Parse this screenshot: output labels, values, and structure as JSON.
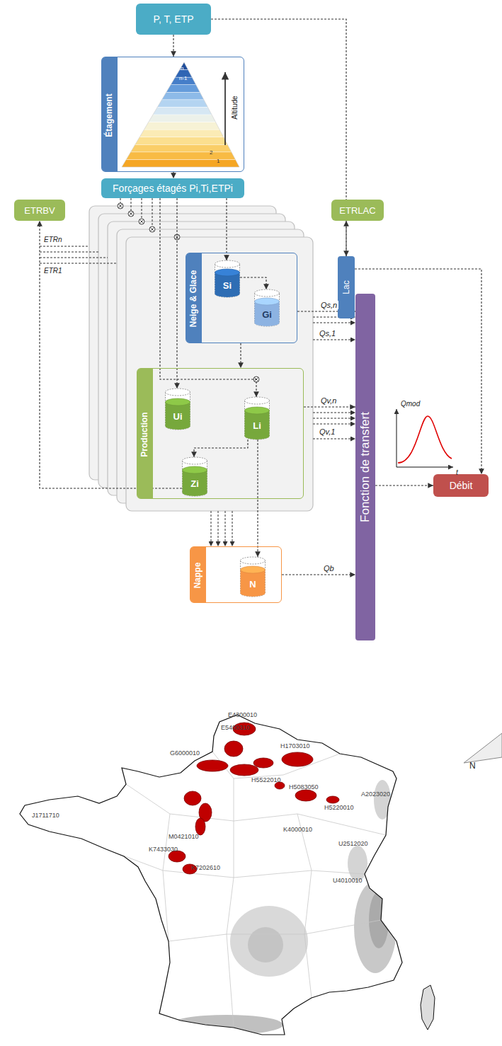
{
  "diagram": {
    "nodes": [
      {
        "text": [
          "P, T, ETP"
        ]
      },
      {
        "text": [
          "Étagement"
        ]
      },
      {
        "text": [
          "Forçages étagés Pi,Ti,ETPi"
        ]
      },
      {
        "text": [
          "ETRBV"
        ]
      },
      {
        "text": [
          "ETRLAC"
        ]
      },
      {
        "text": [
          "Lac"
        ]
      },
      {
        "text": [
          "Neige & Glace"
        ]
      },
      {
        "text": [
          "Si"
        ],
        "in": 6
      },
      {
        "text": [
          "Gi"
        ],
        "in": 6
      },
      {
        "text": [
          "Production"
        ]
      },
      {
        "text": [
          "Ui"
        ],
        "in": 9
      },
      {
        "text": [
          "Li"
        ],
        "in": 9
      },
      {
        "text": [
          "Zi"
        ],
        "in": 9
      },
      {
        "text": [
          "Nappe"
        ]
      },
      {
        "text": [
          "N"
        ],
        "in": 13
      },
      {
        "text": [
          "Fonction de transfert"
        ]
      },
      {
        "text": [
          "Débit"
        ]
      }
    ],
    "edges": [
      {
        "from": 0,
        "to": 1,
        "arrow": "to"
      },
      {
        "from": 1,
        "to": 2,
        "arrow": "to"
      },
      {
        "from": 0,
        "to": 5,
        "arrow": "to"
      },
      {
        "from": 5,
        "to": 4,
        "arrow": "to"
      },
      {
        "from": 5,
        "to": 16,
        "arrow": "to"
      },
      {
        "from": 2,
        "to": 7,
        "arrow": "to"
      },
      {
        "from": 7,
        "to": 8,
        "arrow": "to"
      },
      {
        "from": 2,
        "to": 10,
        "arrow": "to"
      },
      {
        "from": 2,
        "to": 11,
        "arrow": "to"
      },
      {
        "from": 6,
        "to": 9,
        "arrow": "to"
      },
      {
        "from": 11,
        "to": 12,
        "arrow": "to"
      },
      {
        "from": 11,
        "to": 14,
        "arrow": "to"
      },
      {
        "from": 12,
        "to": 3,
        "arrow": "to"
      },
      {
        "from": 6,
        "to": 15,
        "label": "Qs,n",
        "arrow": "to"
      },
      {
        "from": 9,
        "to": 15,
        "label": "Qv,n",
        "arrow": "to"
      },
      {
        "from": 13,
        "to": 15,
        "label": "Qb",
        "arrow": "to"
      },
      {
        "from": 15,
        "to": 16,
        "arrow": "to"
      }
    ],
    "labels": [
      "n",
      "n-1",
      "2",
      "1",
      "Altitude",
      "ETRn",
      "ETR1",
      "Qs,1",
      "Qv,1",
      "Qmod",
      "t",
      "E4300010",
      "E5400310",
      "G6000010",
      "H1703010",
      "H5522010",
      "H5083050",
      "H5220010",
      "A2023020",
      "J1711710",
      "M0421010",
      "K4000010",
      "U2512020",
      "K7433030",
      "K7202610",
      "U4010010",
      "N"
    ]
  }
}
